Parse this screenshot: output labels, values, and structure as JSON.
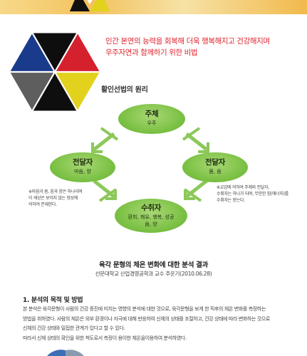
{
  "headline": {
    "line1": "인간 본연의 능력을 회복해 더욱 행복해지고 건강해지며",
    "line2": "우주자연과 함께하기 위한 비법"
  },
  "section_title": "활인선법의 원리",
  "colors": {
    "hexagon": [
      "#0e0e0e",
      "#1a3b8c",
      "#d5202e",
      "#e2d21e",
      "#bdbdbd",
      "#5e5e5e"
    ],
    "node_green": "#7ac043",
    "arrow_green": "#8cc85a",
    "headline_red": "#e0242d"
  },
  "cycle": {
    "top": {
      "title": "주체",
      "sub": "우주"
    },
    "left": {
      "title": "전달자",
      "sub": "마음, 양"
    },
    "right": {
      "title": "전달자",
      "sub": "몸, 음"
    },
    "bottom": {
      "title": "수취자",
      "sub1": "환희, 쾌유, 행복, 성공",
      "sub2": "음, 양"
    },
    "note_left": [
      "※마음과 몸, 음과 양은 하나이며",
      "이 세상은 보이지 않는 형상에",
      "의하여 존재한다."
    ],
    "note_right": [
      "※교감에 의하여 주체와 전달자,",
      "수취자는 하나가 되며, 무한한 힘(에너지)를",
      "수취자는 받는다."
    ]
  },
  "report": {
    "title": "육각 문형의 체온 변화에 대한 분석 결과",
    "subtitle": "선문대학교 산업경영공학과 교수 주운기(2010.06.28)"
  },
  "section1": {
    "heading": "1. 분석의 목적 및 방법",
    "lines": [
      "본 분석은 육각문형이 사람의 건강 증진에 미치는 영향의 분석에 대한 것으로, 육각문형을 보게 한 직후의 체온 변화를 측정하는",
      "방법을 취하였다. 사람의 체온은 외부 환경이나 자극에 대해 반응하여 신체의 상태를 조절하고, 건강 상태에 따라 변화하는 것으로",
      "신체의 건강 상태와 밀접한 관계가 있다고 할 수 있다.",
      "따라서 신체 상태의 확인을 위한 척도로서 측정이 용이한 체온을이용하여 분석하였다."
    ]
  }
}
